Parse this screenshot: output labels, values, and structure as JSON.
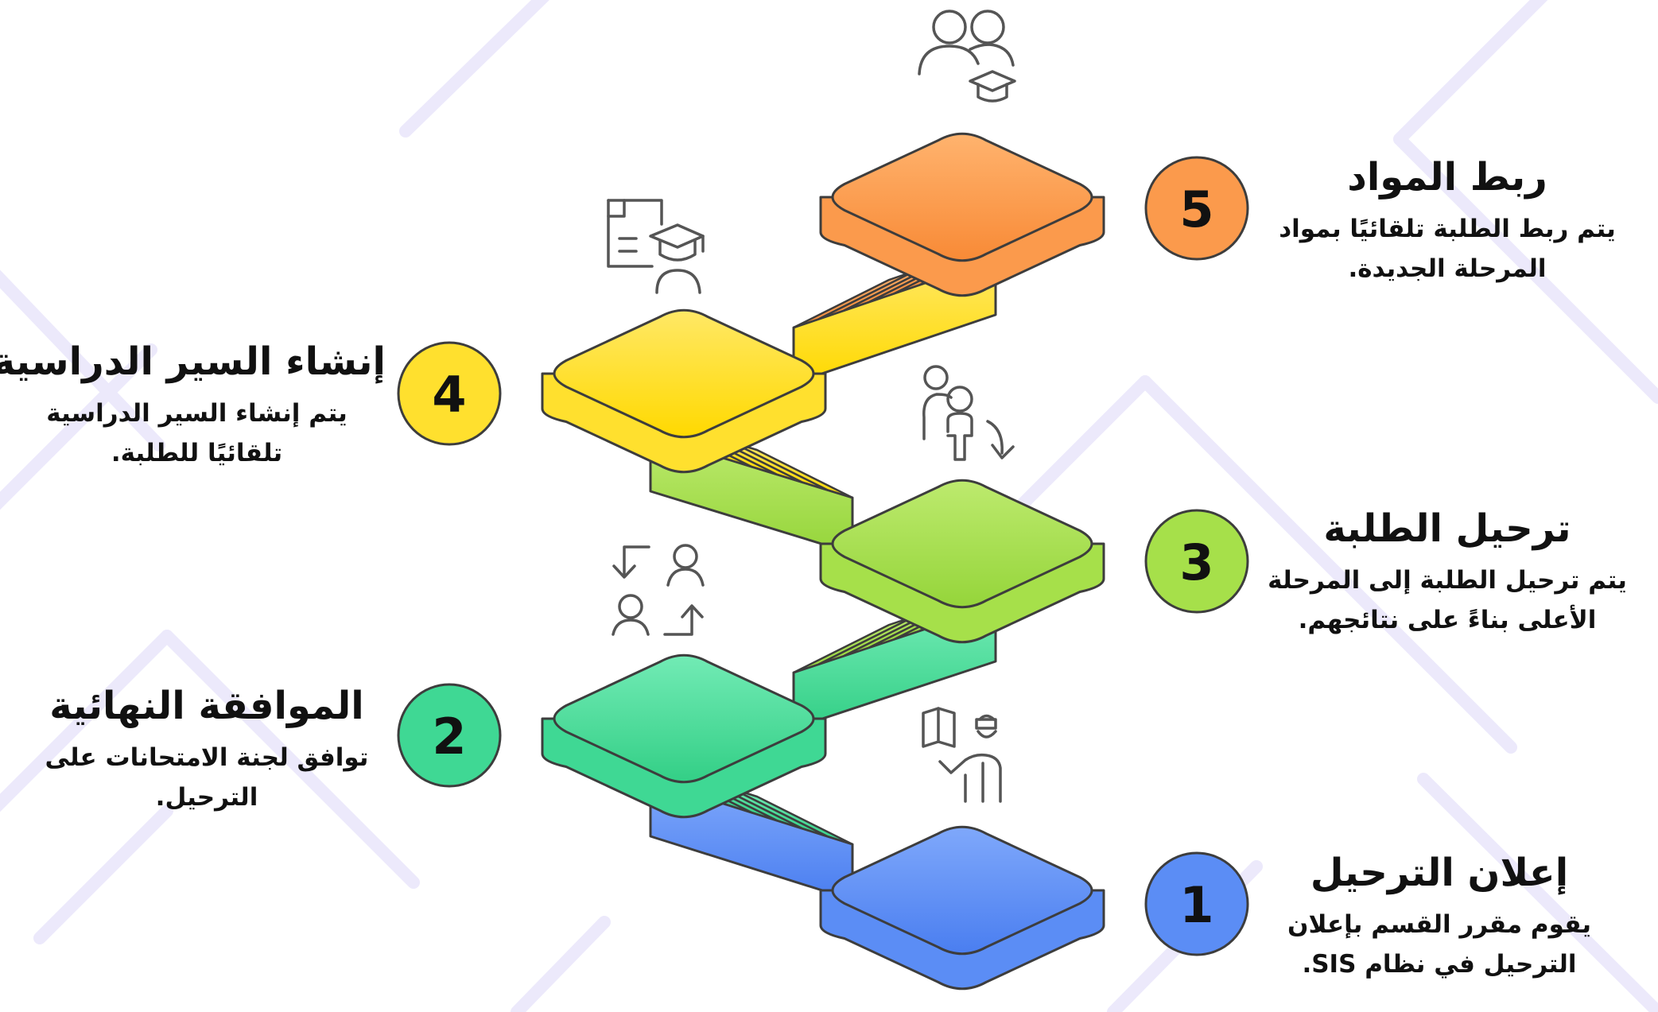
{
  "steps": [
    {
      "number": "1",
      "title": "إعلان الترحيل",
      "description": "يقوم مقرر القسم بإعلان الترحيل في نظام SIS.",
      "color": "#5b8df5",
      "icon": "teacher-board-icon"
    },
    {
      "number": "2",
      "title": "الموافقة النهائية",
      "description": "توافق لجنة الامتحانات على الترحيل.",
      "color": "#3fd894",
      "icon": "exchange-people-icon"
    },
    {
      "number": "3",
      "title": "ترحيل الطلبة",
      "description": "يتم ترحيل الطلبة إلى المرحلة الأعلى بناءً على نتائجهم.",
      "color": "#a6e04a",
      "icon": "people-transfer-icon"
    },
    {
      "number": "4",
      "title": "إنشاء السير الدراسية",
      "description": "يتم إنشاء السير الدراسية تلقائيًا للطلبة.",
      "color": "#ffe02e",
      "icon": "student-document-icon"
    },
    {
      "number": "5",
      "title": "ربط المواد",
      "description": "يتم ربط الطلبة تلقائيًا بمواد المرحلة الجديدة.",
      "color": "#fb9a4c",
      "icon": "students-group-icon"
    }
  ]
}
